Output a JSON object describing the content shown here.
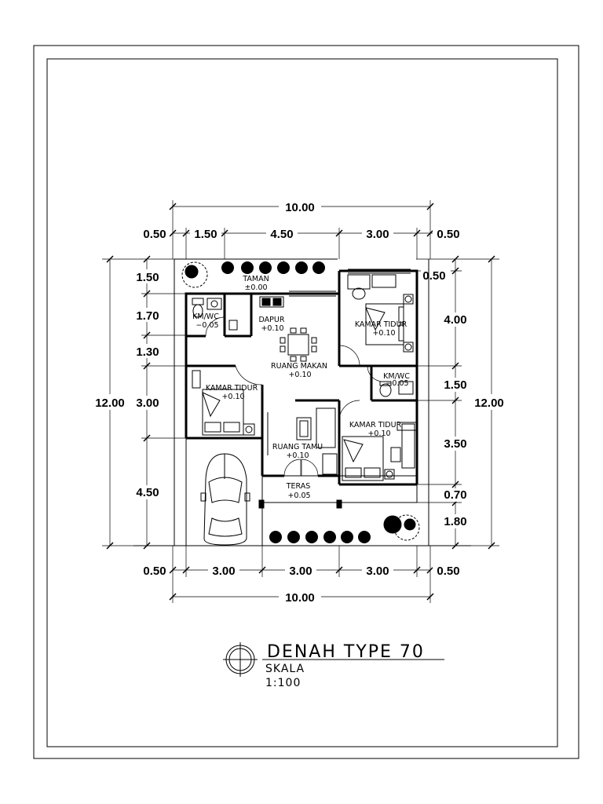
{
  "dimensions": {
    "top_total": "10.00",
    "top_segments": [
      "0.50",
      "1.50",
      "4.50",
      "3.00",
      "0.50"
    ],
    "bottom_segments": [
      "0.50",
      "3.00",
      "3.00",
      "3.00",
      "0.50"
    ],
    "bottom_total": "10.00",
    "left_total": "12.00",
    "left_segments": [
      "1.50",
      "1.70",
      "1.30",
      "3.00",
      "4.50"
    ],
    "right_total": "12.00",
    "right_segments": [
      "0.50",
      "4.00",
      "1.50",
      "3.50",
      "0.70",
      "1.80"
    ]
  },
  "rooms": [
    {
      "name": "TAMAN",
      "level": "±0.00"
    },
    {
      "name": "KM/WC",
      "level": "−0.05"
    },
    {
      "name": "DAPUR",
      "level": "+0.10"
    },
    {
      "name": "RUANG MAKAN",
      "level": "+0.10"
    },
    {
      "name": "KAMAR TIDUR",
      "level": "+0.10"
    },
    {
      "name": "KM/WC",
      "level": "−0.05"
    },
    {
      "name": "KAMAR TIDUR",
      "level": "+0.10"
    },
    {
      "name": "KAMAR TIDUR",
      "level": "+0.10"
    },
    {
      "name": "RUANG TAMU",
      "level": "+0.10"
    },
    {
      "name": "TERAS",
      "level": "+0.05"
    }
  ],
  "title": {
    "heading": "DENAH TYPE 70",
    "scale_label": "SKALA",
    "scale_value": "1:100"
  }
}
